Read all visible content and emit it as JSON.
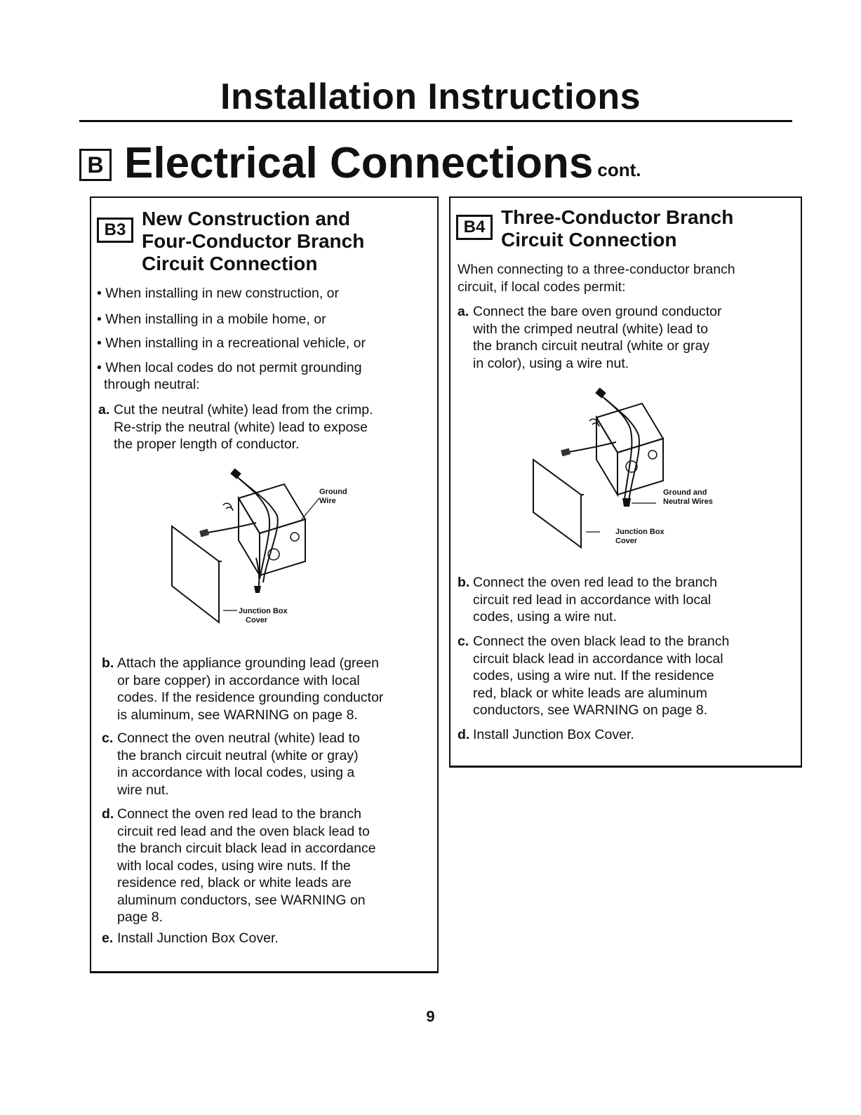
{
  "page": {
    "title": "Installation Instructions",
    "section_letter": "B",
    "section_title": "Electrical Connections",
    "section_suffix": "cont.",
    "page_number": "9"
  },
  "left_panel": {
    "code": "B3",
    "title_lines": [
      "New Construction and",
      "Four-Conductor Branch",
      "Circuit Connection"
    ],
    "bullets": [
      "• When installing in new construction, or",
      "• When installing in a mobile home, or",
      "• When installing in a recreational vehicle, or",
      "• When local codes do not permit grounding",
      "through neutral:"
    ],
    "steps": [
      {
        "mark": "a.",
        "lines": [
          "Cut the neutral (white) lead from the crimp.",
          "Re-strip the neutral (white) lead to expose",
          "the proper length of conductor."
        ]
      },
      {
        "mark": "b.",
        "lines": [
          "Attach the appliance grounding lead (green",
          "or bare copper) in accordance with local",
          "codes. If the residence grounding conductor",
          "is aluminum, see WARNING on page 8."
        ]
      },
      {
        "mark": "c.",
        "lines": [
          "Connect the oven neutral (white) lead to",
          "the branch circuit neutral (white or gray)",
          "in accordance with local codes, using a",
          "wire nut."
        ]
      },
      {
        "mark": "d.",
        "lines": [
          "Connect the oven red lead to the branch",
          "circuit red lead and the oven black lead to",
          "the branch circuit black lead in accordance",
          "with local codes, using wire nuts. If the",
          "residence red, black or white leads are",
          "aluminum conductors, see WARNING on",
          "page 8."
        ]
      },
      {
        "mark": "e.",
        "lines": [
          "Install Junction Box Cover."
        ]
      }
    ],
    "figure": {
      "label_ground": [
        "Ground",
        "Wire"
      ],
      "label_cover": [
        "Junction Box",
        "Cover"
      ]
    }
  },
  "right_panel": {
    "code": "B4",
    "title_lines": [
      "Three-Conductor Branch",
      "Circuit Connection"
    ],
    "intro_lines": [
      "When connecting to a three-conductor branch",
      "circuit, if local codes permit:"
    ],
    "steps": [
      {
        "mark": "a.",
        "lines": [
          "Connect the bare oven ground conductor",
          "with the crimped neutral (white) lead to",
          "the branch circuit neutral (white or gray",
          "in color), using a wire nut."
        ]
      },
      {
        "mark": "b.",
        "lines": [
          "Connect the oven red lead to the branch",
          "circuit red lead in accordance with local",
          "codes, using a wire nut."
        ]
      },
      {
        "mark": "c.",
        "lines": [
          "Connect the oven black lead to the branch",
          "circuit black lead in accordance with local",
          "codes, using a wire nut. If the residence",
          "red, black or white leads are aluminum",
          "conductors, see WARNING on page 8."
        ]
      },
      {
        "mark": "d.",
        "lines": [
          "Install Junction Box Cover."
        ]
      }
    ],
    "figure": {
      "label_ground": [
        "Ground and",
        "Neutral Wires"
      ],
      "label_cover": [
        "Junction Box",
        "Cover"
      ]
    }
  }
}
